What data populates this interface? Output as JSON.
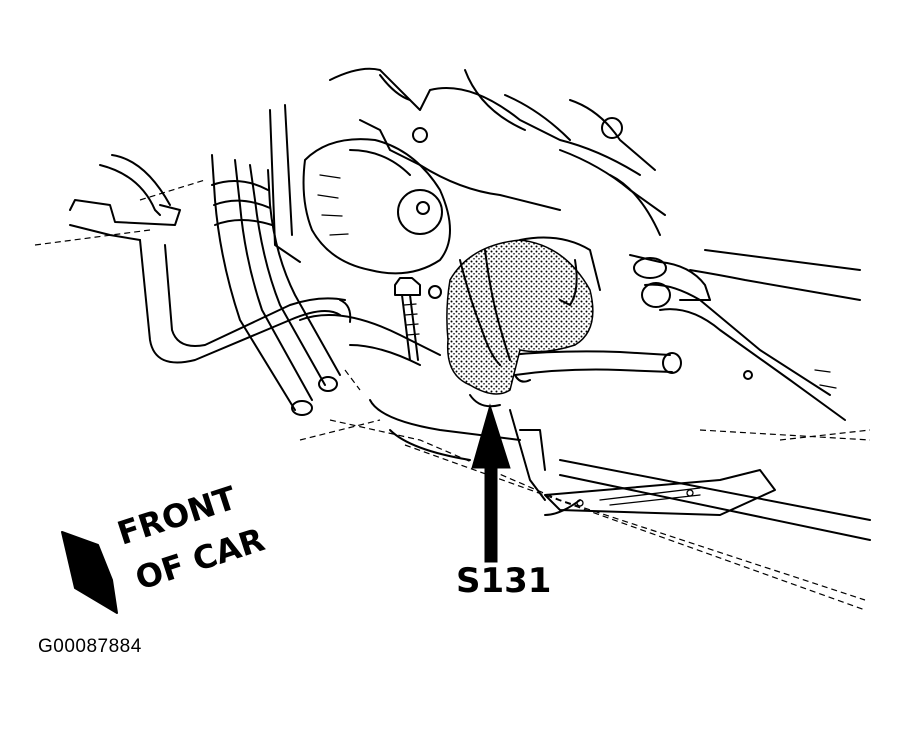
{
  "diagram": {
    "callout_label": "S131",
    "direction_label_line1": "FRONT",
    "direction_label_line2": "OF CAR",
    "figure_id": "G00087884"
  },
  "colors": {
    "ink": "#000000",
    "paper": "#ffffff",
    "shade": "#9a9a9a"
  }
}
